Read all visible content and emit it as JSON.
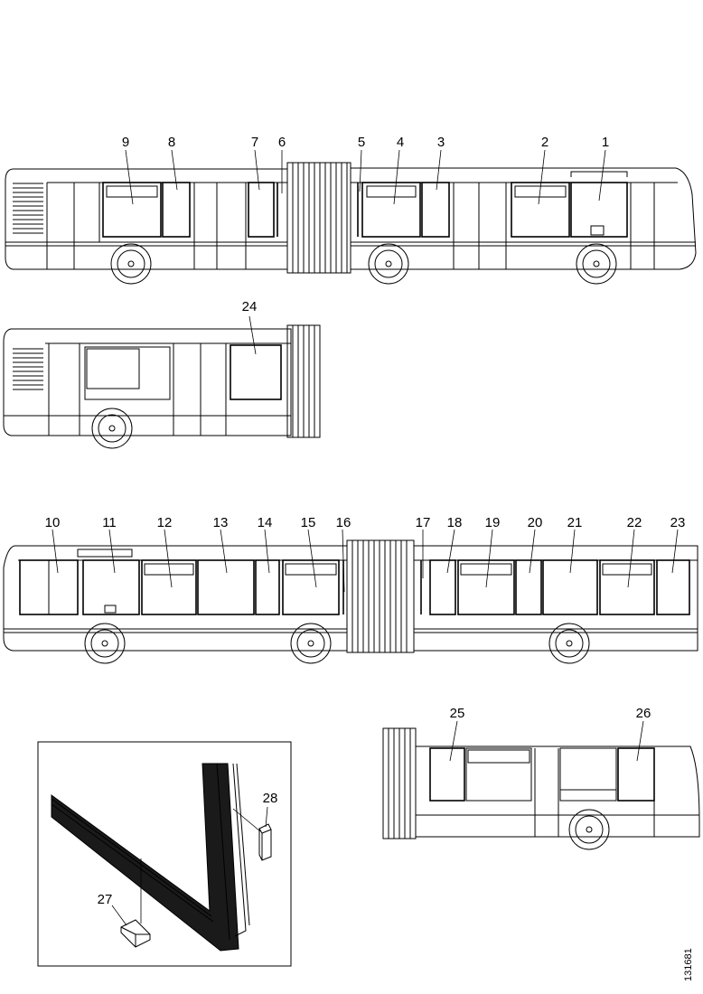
{
  "callouts": {
    "c1": "1",
    "c2": "2",
    "c3": "3",
    "c4": "4",
    "c5": "5",
    "c6": "6",
    "c7": "7",
    "c8": "8",
    "c9": "9",
    "c10": "10",
    "c11": "11",
    "c12": "12",
    "c13": "13",
    "c14": "14",
    "c15": "15",
    "c16": "16",
    "c17": "17",
    "c18": "18",
    "c19": "19",
    "c20": "20",
    "c21": "21",
    "c22": "22",
    "c23": "23",
    "c24": "24",
    "c25": "25",
    "c26": "26",
    "c27": "27",
    "c28": "28"
  },
  "figure_code": "131681"
}
